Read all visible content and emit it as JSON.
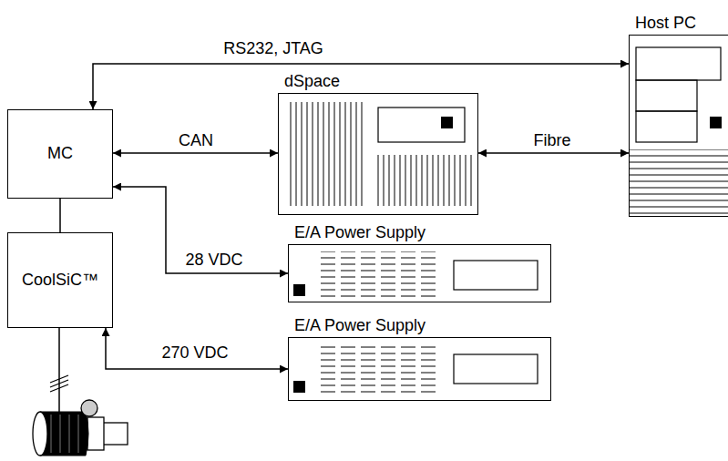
{
  "diagram": {
    "nodes": [
      {
        "text": [
          "Host PC"
        ]
      },
      {
        "text": [
          "MC"
        ]
      },
      {
        "text": [
          "dSpace"
        ]
      },
      {
        "text": [
          "CoolSiC™"
        ]
      },
      {
        "text": [
          "E/A Power Supply"
        ]
      },
      {
        "text": [
          "E/A Power Supply"
        ]
      }
    ],
    "edges": [
      {
        "from": 1,
        "to": 0,
        "arrow": "both",
        "label": "RS232, JTAG"
      },
      {
        "from": 1,
        "to": 2,
        "arrow": "both",
        "label": "CAN"
      },
      {
        "from": 2,
        "to": 0,
        "arrow": "both",
        "label": "Fibre"
      },
      {
        "from": 1,
        "to": 4,
        "arrow": "both",
        "label": "28 VDC"
      },
      {
        "from": 1,
        "to": 3,
        "arrow": "none"
      },
      {
        "from": 3,
        "to": 5,
        "arrow": "both",
        "label": "270 VDC"
      }
    ]
  }
}
